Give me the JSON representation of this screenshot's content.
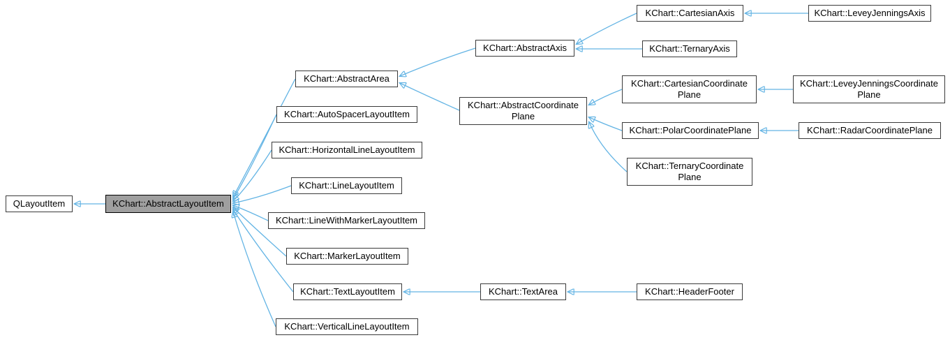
{
  "diagram": {
    "type": "class-inheritance-diagram",
    "highlighted_node": "KChart::AbstractLayoutItem",
    "colors": {
      "edge": "#63b4e4",
      "node_border": "#3a3a3a",
      "node_fill": "#ffffff",
      "highlight_fill": "#9f9f9f",
      "text": "#000000",
      "background": "#ffffff"
    },
    "nodes": [
      {
        "id": "qlayoutitem",
        "label": "QLayoutItem",
        "lines": [
          "QLayoutItem"
        ]
      },
      {
        "id": "abstract-layout-item",
        "label": "KChart::AbstractLayoutItem",
        "lines": [
          "KChart::AbstractLayoutItem"
        ]
      },
      {
        "id": "abstract-area",
        "label": "KChart::AbstractArea",
        "lines": [
          "KChart::AbstractArea"
        ]
      },
      {
        "id": "auto-spacer-layout-item",
        "label": "KChart::AutoSpacerLayoutItem",
        "lines": [
          "KChart::AutoSpacerLayoutItem"
        ]
      },
      {
        "id": "horizontal-line-layout-item",
        "label": "KChart::HorizontalLineLayoutItem",
        "lines": [
          "KChart::HorizontalLineLayoutItem"
        ]
      },
      {
        "id": "line-layout-item",
        "label": "KChart::LineLayoutItem",
        "lines": [
          "KChart::LineLayoutItem"
        ]
      },
      {
        "id": "line-with-marker-layout-item",
        "label": "KChart::LineWithMarkerLayoutItem",
        "lines": [
          "KChart::LineWithMarkerLayoutItem"
        ]
      },
      {
        "id": "marker-layout-item",
        "label": "KChart::MarkerLayoutItem",
        "lines": [
          "KChart::MarkerLayoutItem"
        ]
      },
      {
        "id": "text-layout-item",
        "label": "KChart::TextLayoutItem",
        "lines": [
          "KChart::TextLayoutItem"
        ]
      },
      {
        "id": "vertical-line-layout-item",
        "label": "KChart::VerticalLineLayoutItem",
        "lines": [
          "KChart::VerticalLineLayoutItem"
        ]
      },
      {
        "id": "abstract-axis",
        "label": "KChart::AbstractAxis",
        "lines": [
          "KChart::AbstractAxis"
        ]
      },
      {
        "id": "abstract-coordinate-plane",
        "label": "KChart::AbstractCoordinatePlane",
        "lines": [
          "KChart::AbstractCoordinate",
          "Plane"
        ]
      },
      {
        "id": "text-area",
        "label": "KChart::TextArea",
        "lines": [
          "KChart::TextArea"
        ]
      },
      {
        "id": "cartesian-axis",
        "label": "KChart::CartesianAxis",
        "lines": [
          "KChart::CartesianAxis"
        ]
      },
      {
        "id": "ternary-axis",
        "label": "KChart::TernaryAxis",
        "lines": [
          "KChart::TernaryAxis"
        ]
      },
      {
        "id": "cartesian-coordinate-plane",
        "label": "KChart::CartesianCoordinatePlane",
        "lines": [
          "KChart::CartesianCoordinate",
          "Plane"
        ]
      },
      {
        "id": "polar-coordinate-plane",
        "label": "KChart::PolarCoordinatePlane",
        "lines": [
          "KChart::PolarCoordinatePlane"
        ]
      },
      {
        "id": "ternary-coordinate-plane",
        "label": "KChart::TernaryCoordinatePlane",
        "lines": [
          "KChart::TernaryCoordinate",
          "Plane"
        ]
      },
      {
        "id": "header-footer",
        "label": "KChart::HeaderFooter",
        "lines": [
          "KChart::HeaderFooter"
        ]
      },
      {
        "id": "levey-jennings-axis",
        "label": "KChart::LeveyJenningsAxis",
        "lines": [
          "KChart::LeveyJenningsAxis"
        ]
      },
      {
        "id": "levey-jennings-coordinate-plane",
        "label": "KChart::LeveyJenningsCoordinatePlane",
        "lines": [
          "KChart::LeveyJenningsCoordinate",
          "Plane"
        ]
      },
      {
        "id": "radar-coordinate-plane",
        "label": "KChart::RadarCoordinatePlane",
        "lines": [
          "KChart::RadarCoordinatePlane"
        ]
      }
    ],
    "edges": [
      {
        "derived": "KChart::AbstractLayoutItem",
        "base": "QLayoutItem"
      },
      {
        "derived": "KChart::AbstractArea",
        "base": "KChart::AbstractLayoutItem"
      },
      {
        "derived": "KChart::AutoSpacerLayoutItem",
        "base": "KChart::AbstractLayoutItem"
      },
      {
        "derived": "KChart::HorizontalLineLayoutItem",
        "base": "KChart::AbstractLayoutItem"
      },
      {
        "derived": "KChart::LineLayoutItem",
        "base": "KChart::AbstractLayoutItem"
      },
      {
        "derived": "KChart::LineWithMarkerLayoutItem",
        "base": "KChart::AbstractLayoutItem"
      },
      {
        "derived": "KChart::MarkerLayoutItem",
        "base": "KChart::AbstractLayoutItem"
      },
      {
        "derived": "KChart::TextLayoutItem",
        "base": "KChart::AbstractLayoutItem"
      },
      {
        "derived": "KChart::VerticalLineLayoutItem",
        "base": "KChart::AbstractLayoutItem"
      },
      {
        "derived": "KChart::AbstractAxis",
        "base": "KChart::AbstractArea"
      },
      {
        "derived": "KChart::AbstractCoordinatePlane",
        "base": "KChart::AbstractArea"
      },
      {
        "derived": "KChart::CartesianAxis",
        "base": "KChart::AbstractAxis"
      },
      {
        "derived": "KChart::TernaryAxis",
        "base": "KChart::AbstractAxis"
      },
      {
        "derived": "KChart::LeveyJenningsAxis",
        "base": "KChart::CartesianAxis"
      },
      {
        "derived": "KChart::CartesianCoordinatePlane",
        "base": "KChart::AbstractCoordinatePlane"
      },
      {
        "derived": "KChart::PolarCoordinatePlane",
        "base": "KChart::AbstractCoordinatePlane"
      },
      {
        "derived": "KChart::TernaryCoordinatePlane",
        "base": "KChart::AbstractCoordinatePlane"
      },
      {
        "derived": "KChart::LeveyJenningsCoordinatePlane",
        "base": "KChart::CartesianCoordinatePlane"
      },
      {
        "derived": "KChart::RadarCoordinatePlane",
        "base": "KChart::PolarCoordinatePlane"
      },
      {
        "derived": "KChart::TextArea",
        "base": "KChart::TextLayoutItem"
      },
      {
        "derived": "KChart::HeaderFooter",
        "base": "KChart::TextArea"
      }
    ]
  }
}
